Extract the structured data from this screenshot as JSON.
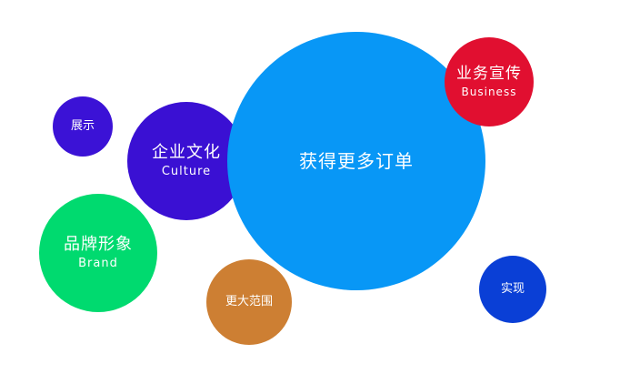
{
  "bubbles": {
    "zhanshi": {
      "label": "展示",
      "color": "#3b12d6"
    },
    "culture": {
      "label": "企业文化",
      "sublabel": "Culture",
      "color": "#3a10d3"
    },
    "brand": {
      "label": "品牌形象",
      "sublabel": "Brand",
      "color": "#00da6f"
    },
    "center": {
      "label": "获得更多订单",
      "color": "#0897f6"
    },
    "business": {
      "label": "业务宣传",
      "sublabel": "Business",
      "color": "#e10f30"
    },
    "scope": {
      "label": "更大范围",
      "color": "#cd7f33"
    },
    "realize": {
      "label": "实现",
      "color": "#0a3fd6"
    }
  }
}
